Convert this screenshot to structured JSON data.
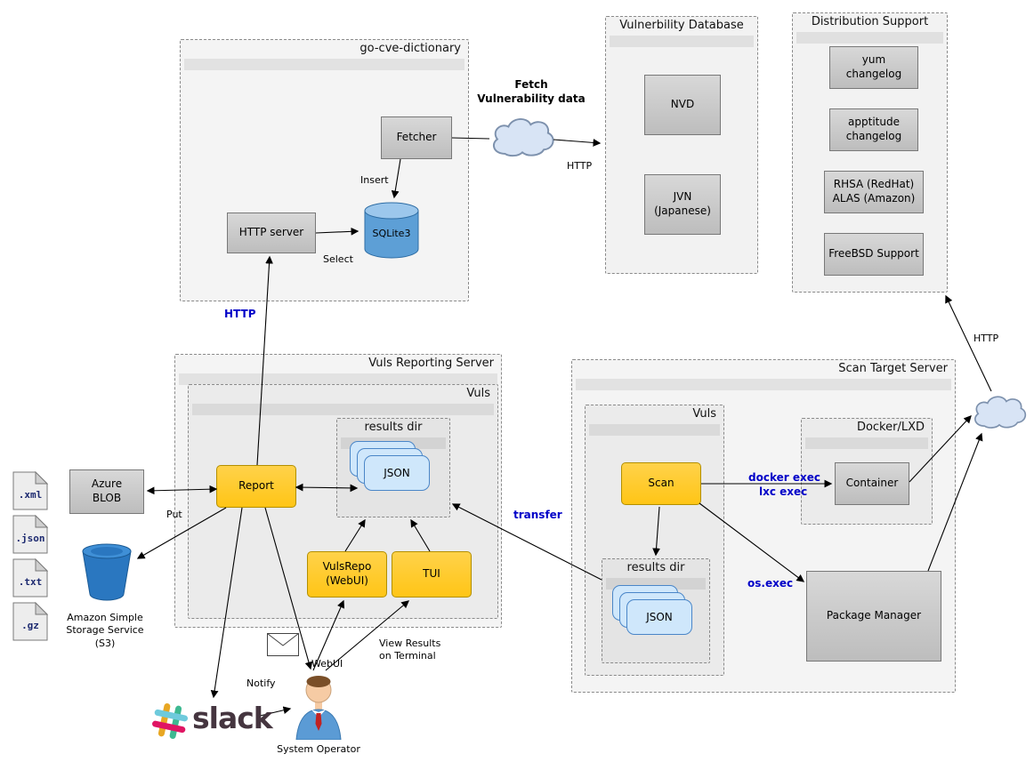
{
  "colors": {
    "accent_blue": "#0000c8",
    "node_gray": "#c9c9c9",
    "node_yellow": "#ffc61e",
    "json_card_blue": "#cfe7fb",
    "cylinder_blue": "#5d9fd6",
    "cloud_fill": "#d8e4f5"
  },
  "containers": {
    "go_cve_dictionary": "go-cve-dictionary",
    "vulnerability_database": "Vulnerbility Database",
    "distribution_support": "Distribution Support",
    "vuls_reporting_server": "Vuls Reporting Server",
    "vuls_reporting": "Vuls",
    "results_dir_reporting": "results dir",
    "scan_target_server": "Scan Target Server",
    "vuls_scan": "Vuls",
    "results_dir_scan": "results dir",
    "docker_lxd": "Docker/LXD"
  },
  "nodes": {
    "fetcher": "Fetcher",
    "http_server": "HTTP server",
    "sqlite3": "SQLite3",
    "nvd": "NVD",
    "jvn": "JVN\n(Japanese)",
    "yum_changelog": "yum\nchangelog",
    "apptitude_changelog": "apptitude\nchangelog",
    "rhsa_alas": "RHSA (RedHat)\nALAS (Amazon)",
    "freebsd_support": "FreeBSD Support",
    "azure_blob": "Azure\nBLOB",
    "report": "Report",
    "vulsrepo": "VulsRepo\n(WebUI)",
    "tui": "TUI",
    "json_reporting": "JSON",
    "scan": "Scan",
    "json_scan": "JSON",
    "container": "Container",
    "package_manager": "Package Manager"
  },
  "files": [
    ".xml",
    ".json",
    ".txt",
    ".gz"
  ],
  "edge_labels": {
    "fetch_vulnerability_data": "Fetch\nVulnerability data",
    "http_fetch": "HTTP",
    "insert": "Insert",
    "select": "Select",
    "http_report": "HTTP",
    "put": "Put",
    "transfer": "transfer",
    "docker_exec": "docker exec",
    "lxc_exec": "lxc exec",
    "os_exec": "os.exec",
    "http_dist": "HTTP",
    "notify": "Notify",
    "webui": "WebUI",
    "view_results": "View Results\non Terminal"
  },
  "misc": {
    "s3_caption": "Amazon Simple\nStorage Service\n(S3)",
    "system_operator": "System Operator",
    "slack_wordmark": "slack"
  }
}
